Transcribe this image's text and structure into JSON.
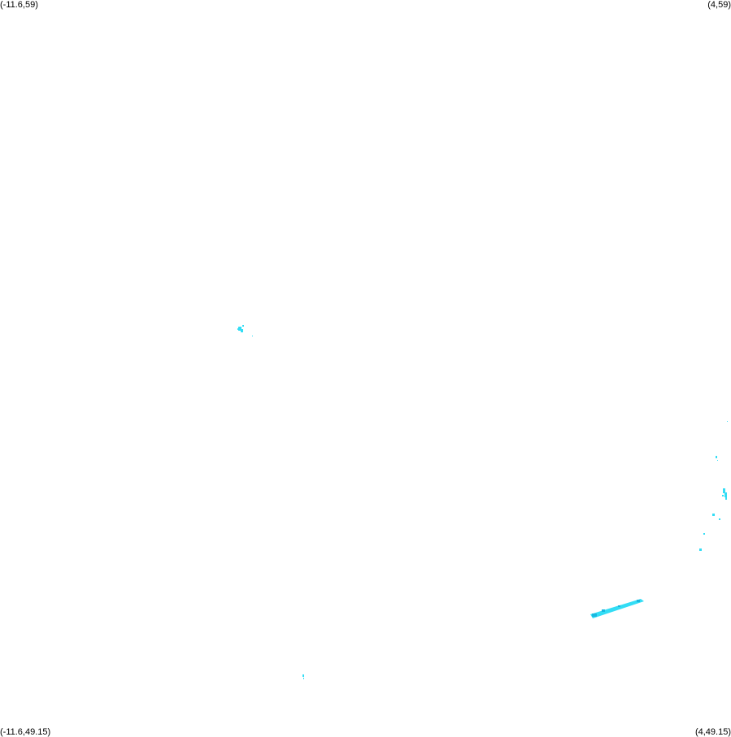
{
  "corners": {
    "top_left": "(-11.6,59)",
    "top_right": "(4,59)",
    "bottom_left": "(-11.6,49.15)",
    "bottom_right": "(4,49.15)"
  },
  "colors": {
    "feature": "#33ddf5",
    "feature_dark": "#1ab8e0",
    "background": "#ffffff"
  }
}
